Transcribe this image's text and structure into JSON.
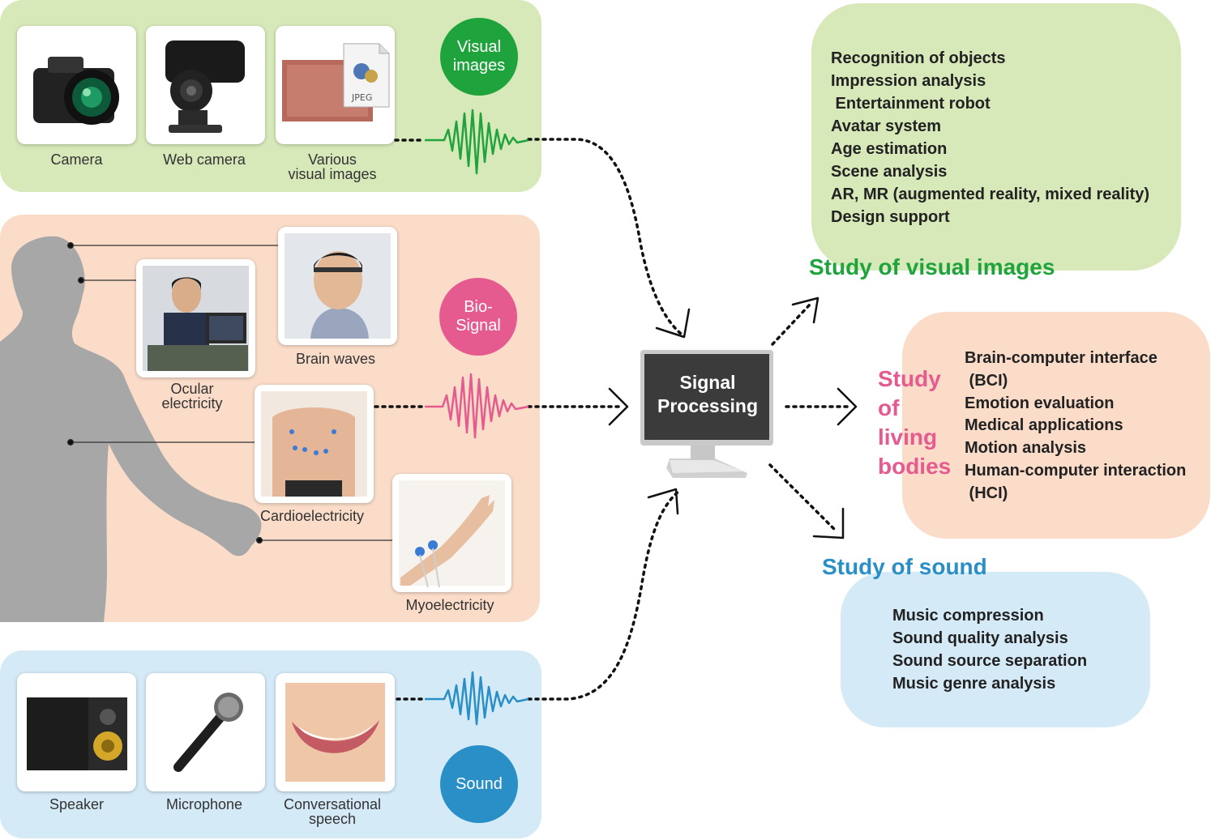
{
  "colors": {
    "visual": "#1fa33d",
    "bio": "#e55a8f",
    "sound": "#2a8fc7",
    "visual_bg": "#d7e8b9",
    "bio_bg": "#fadcc9",
    "sound_bg": "#d4eaf7"
  },
  "inputs": {
    "visual": {
      "circle": "Visual\nimages",
      "items": [
        {
          "label": "Camera",
          "icon": "camera-icon"
        },
        {
          "label": "Web camera",
          "icon": "web-camera-icon"
        },
        {
          "label": "Various\nvisual images",
          "icon": "jpeg-image-icon"
        }
      ]
    },
    "bio": {
      "circle": "Bio-\nSignal",
      "items": [
        {
          "label": "Brain waves",
          "icon": "brain-wave-photo"
        },
        {
          "label": "Ocular\nelectricity",
          "icon": "ocular-photo"
        },
        {
          "label": "Cardioelectricity",
          "icon": "cardio-photo"
        },
        {
          "label": "Myoelectricity",
          "icon": "myo-photo"
        }
      ]
    },
    "sound": {
      "circle": "Sound",
      "items": [
        {
          "label": "Speaker",
          "icon": "speaker-icon"
        },
        {
          "label": "Microphone",
          "icon": "microphone-icon"
        },
        {
          "label": "Conversational\nspeech",
          "icon": "smile-photo"
        }
      ]
    }
  },
  "processor": {
    "label": "Signal\nProcessing"
  },
  "outputs": {
    "visual": {
      "heading": "Study of visual images",
      "items": [
        "Recognition of objects",
        "Impression analysis",
        " Entertainment robot",
        "Avatar system",
        "Age estimation",
        "Scene analysis",
        "AR, MR (augmented reality, mixed reality)",
        "Design support"
      ]
    },
    "bio": {
      "heading": "Study\nof\nliving\nbodies",
      "items": [
        "Brain-computer interface",
        " (BCI)",
        "Emotion evaluation",
        "Medical applications",
        "Motion analysis",
        "Human-computer interaction",
        " (HCI)"
      ]
    },
    "sound": {
      "heading": "Study of sound",
      "items": [
        "Music compression",
        "Sound quality analysis",
        "Sound source separation",
        "Music genre analysis"
      ]
    }
  }
}
